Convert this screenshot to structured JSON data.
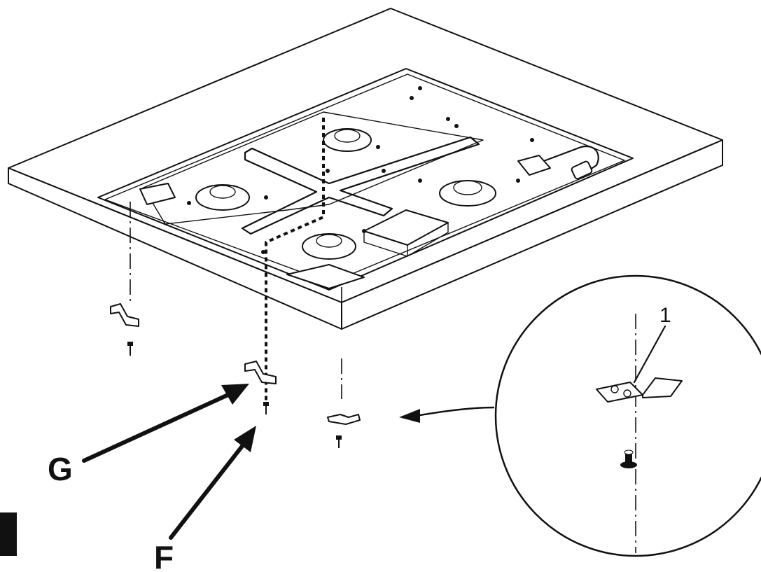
{
  "labels": {
    "g": "G",
    "f": "F",
    "detail_number": "1"
  },
  "colors": {
    "ink": "#111111",
    "background": "#ffffff"
  }
}
